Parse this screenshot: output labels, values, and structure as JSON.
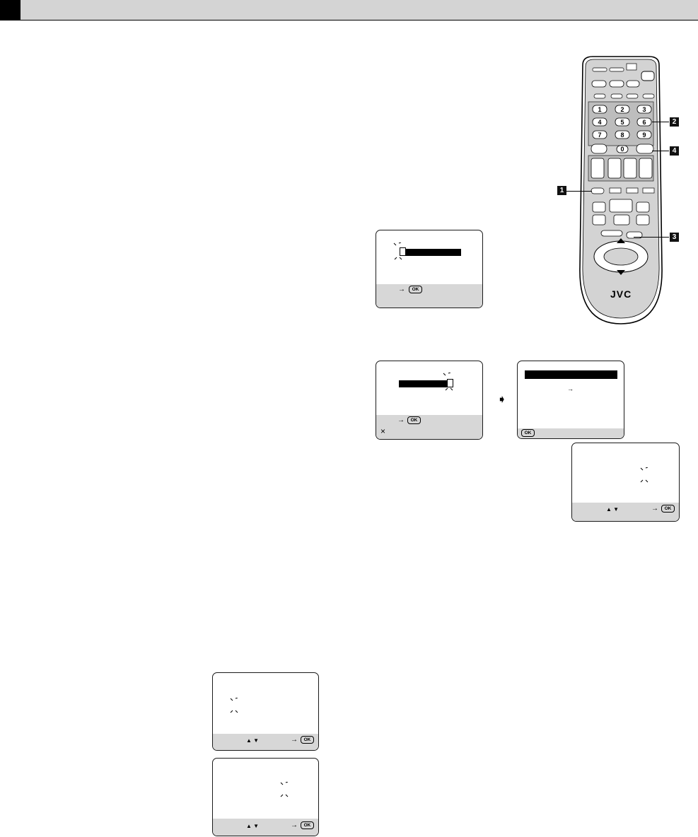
{
  "header": {
    "tab": "",
    "title": ""
  },
  "remote": {
    "brand": "JVC",
    "number_keys": [
      "1",
      "2",
      "3",
      "4",
      "5",
      "6",
      "7",
      "8",
      "9",
      "0"
    ],
    "step_markers": [
      "2",
      "4",
      "1",
      "3"
    ]
  },
  "osd": {
    "ok_badge": "OK",
    "cancel_mark": "×",
    "arrow": "→",
    "updown": "▲ ▼",
    "next_arrow": "➧"
  },
  "icons": [
    "sparkle-icon",
    "ok-button-icon",
    "arrow-right-icon",
    "up-down-arrows-icon",
    "step-arrow-icon"
  ]
}
